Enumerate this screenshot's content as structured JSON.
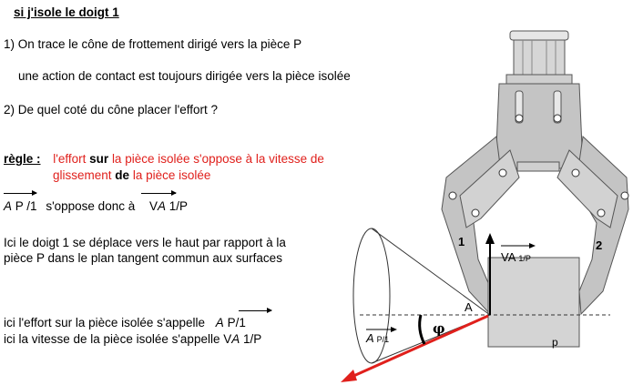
{
  "title": "si  j'isole le doigt 1",
  "step1_line1": "1) On trace le cône de frottement dirigé vers la pièce P",
  "step1_line2": "une action de contact est toujours dirigée vers la pièce isolée",
  "step2": "2) De quel coté du cône placer l'effort ?",
  "rule": {
    "label": "règle :",
    "part1": "l'effort",
    "part2": "sur",
    "part3": "la pièce isolée  s'oppose à la vitesse de",
    "part4": "glissement",
    "part5": "de",
    "part6": "la pièce isolée"
  },
  "vector_line": {
    "a": "A",
    "a_rest": " P /1",
    "middle": "s'oppose donc à",
    "v": "VA",
    "v_rest": " 1/P"
  },
  "explain_line1": "Ici  le doigt 1 se déplace vers le haut par rapport à la",
  "explain_line2": "pièce P dans le plan tangent commun aux surfaces",
  "call_line1_text": "ici l'effort sur  la pièce isolée s'appelle",
  "call_line1_a": "A",
  "call_line1_rest": " P/1",
  "call_line2_text": "ici la vitesse de la pièce isolée s'appelle V",
  "call_line2_a": "A",
  "call_line2_rest": " 1/P",
  "diagram": {
    "finger1_label": "1",
    "finger2_label": "2",
    "velocity_label_main": "VA",
    "velocity_label_sub": "1/P",
    "point_label": "A",
    "force_label_main": "A",
    "force_label_sub": "P/1",
    "angle_label": "φ",
    "part_label": "p"
  },
  "colors": {
    "red": "#e0201c",
    "gripper": "#c4c4c4",
    "part": "#d4d4d4"
  }
}
